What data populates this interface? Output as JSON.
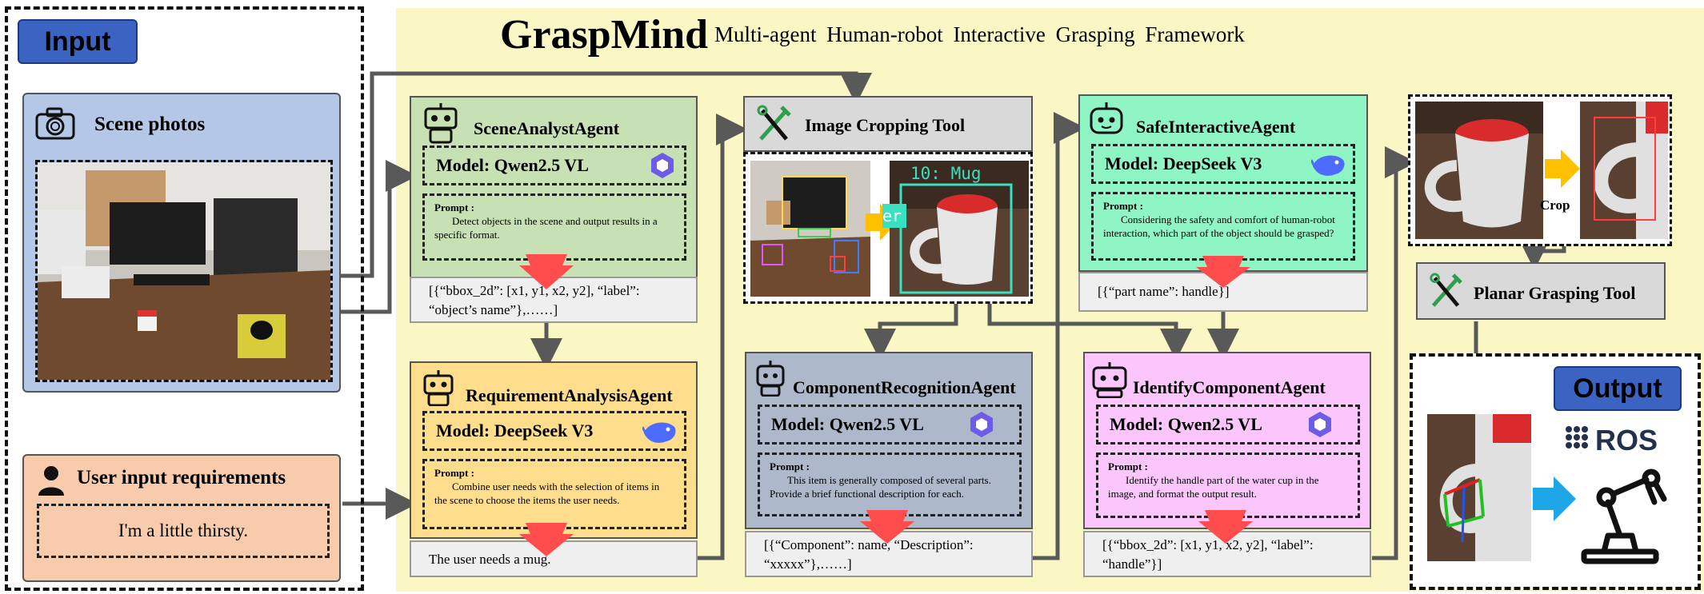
{
  "title": {
    "main": "GraspMind",
    "subtitle": "Multi-agent Human-robot Interactive Grasping Framework"
  },
  "input": {
    "tag": "Input",
    "scene_label": "Scene photos",
    "user_label": "User input requirements",
    "user_text": "I'm a little thirsty."
  },
  "scene_analyst": {
    "name": "SceneAnalystAgent",
    "model": "Model:  Qwen2.5 VL",
    "prompt_label": "Prompt :",
    "prompt_text": "Detect objects in the scene and output results in a specific format.",
    "output": "[{“bbox_2d”: [x1, y1, x2, y2], “label”: “object’s name”},……]"
  },
  "requirement": {
    "name": "RequirementAnalysisAgent",
    "model": "Model:  DeepSeek V3",
    "prompt_label": "Prompt :",
    "prompt_text": "Combine user needs with the selection of items in the scene to choose the items the user needs.",
    "output": "The user needs a mug."
  },
  "cropping": {
    "name": "Image Cropping Tool",
    "detect_label": "10: Mug",
    "detect_label_left": "er"
  },
  "component": {
    "name": "ComponentRecognitionAgent",
    "model": "Model:  Qwen2.5 VL",
    "prompt_label": "Prompt :",
    "prompt_text": "This item is generally composed of several parts. Provide a brief functional description for each.",
    "output": "[{“Component”: name, “Description”: “xxxxx”},……]"
  },
  "safe": {
    "name": "SafeInteractiveAgent",
    "model": "Model:  DeepSeek V3",
    "prompt_label": "Prompt :",
    "prompt_text": "Considering the safety and comfort of human-robot interaction, which part of the object should be grasped?",
    "output": "[{“part name”: handle}]"
  },
  "identify": {
    "name": "IdentifyComponentAgent",
    "model": "Model:  Qwen2.5 VL",
    "prompt_label": "Prompt :",
    "prompt_text": "Identify the handle part of the water cup in the image, and format the output result.",
    "output": "[{“bbox_2d”: [x1, y1, x2, y2], “label”: “handle”}]"
  },
  "crop_label": "Crop",
  "planar": {
    "name": "Planar Grasping  Tool"
  },
  "output": {
    "tag": "Output",
    "ros": "ROS"
  },
  "colors": {
    "background": "#fbf7c4",
    "scene_analyst": "#c7e0b4",
    "requirement": "#fedd8c",
    "component": "#adb9ca",
    "safe": "#8ff5c5",
    "identify": "#fbc6fb",
    "input_panel": "#b4c7e7",
    "user_panel": "#f8cbad",
    "arrow": "#595959",
    "red_arrow": "#ff4d4d"
  }
}
